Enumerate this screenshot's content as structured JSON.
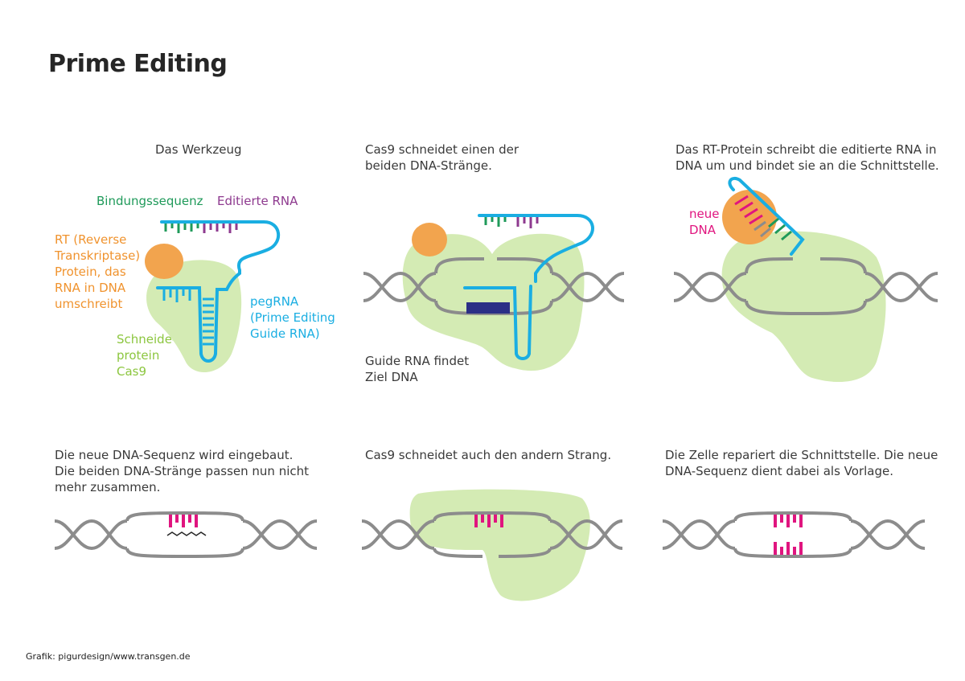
{
  "title": "Prime Editing",
  "credit": "Grafik: pigurdesign/www.transgen.de",
  "colors": {
    "cas9": "#d4ebb4",
    "rt": "#f2a44e",
    "pegrna": "#1aaee2",
    "binding": "#1f9a5a",
    "edited": "#8e3a8f",
    "dna": "#8c8c8c",
    "newdna": "#e0157f",
    "target": "#2b2f86"
  },
  "panels": [
    {
      "caption": "Das Werkzeug",
      "labels": {
        "binding": "Bindungssequenz",
        "edited": "Editierte RNA",
        "rt": "RT (Reverse\nTranskriptase)\nProtein, das\nRNA in DNA\numschreibt",
        "pegrna": "pegRNA\n(Prime Editing\nGuide RNA)",
        "cas9": "Schneide-\nprotein\nCas9"
      }
    },
    {
      "caption": "Cas9 schneidet einen der\nbeiden DNA-Stränge.",
      "labels": {
        "guide": "Guide RNA findet\nZiel DNA"
      }
    },
    {
      "caption": "Das RT-Protein schreibt die editierte RNA in\nDNA um und bindet sie an die Schnittstelle.",
      "labels": {
        "newdna": "neue\nDNA"
      }
    },
    {
      "caption": "Die neue DNA-Sequenz wird eingebaut.\nDie beiden DNA-Stränge passen nun nicht\nmehr zusammen."
    },
    {
      "caption": "Cas9 schneidet auch den andern Strang."
    },
    {
      "caption": "Die Zelle repariert die Schnittstelle. Die neue\nDNA-Sequenz dient dabei als Vorlage."
    }
  ]
}
